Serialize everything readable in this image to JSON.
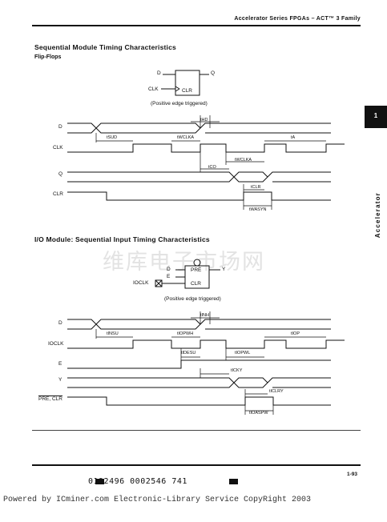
{
  "header": {
    "title": "Accelerator Series FPGAs – ACT™ 3 Family"
  },
  "side_tab": {
    "number": "1",
    "label": "Accelerator"
  },
  "section1": {
    "title": "Sequential Module Timing Characteristics",
    "subtitle": "Flip-Flops",
    "block_pins": {
      "d": "D",
      "q": "Q",
      "clk": "CLK",
      "clr": "CLR"
    },
    "caption": "(Positive edge triggered)",
    "signals": [
      "D",
      "CLK",
      "Q",
      "CLR"
    ],
    "timing": {
      "t_hd": "tHD",
      "t_sud": "tSUD",
      "t_wclka": "tWCLKA",
      "t_a": "tA",
      "t_wclka2": "tWCLKA",
      "t_co": "tCO",
      "t_clr": "tCLR",
      "t_wasyn": "tWASYN"
    }
  },
  "section2": {
    "title": "I/O Module: Sequential Input Timing Characteristics",
    "block_pins": {
      "d": "D",
      "e": "E",
      "pre": "PRE",
      "y": "Y",
      "clr": "CLR",
      "ioclk": "IOCLK"
    },
    "caption": "(Positive edge triggered)",
    "signals": [
      "D",
      "IOCLK",
      "E",
      "Y",
      "PRE, CLR"
    ],
    "timing": {
      "t_inh": "tINH",
      "t_insu": "tINSU",
      "t_iopwh": "tIOPWH",
      "t_iop": "tIOP",
      "t_idesu": "tIDESU",
      "t_iopwl": "tIOPWL",
      "t_icky": "tICKY",
      "t_iclry": "tICLRY",
      "t_ioaspw": "tIOASPW"
    }
  },
  "watermark": "维库电子市场网",
  "page_number": "1-93",
  "barcode_text": "0192496 0002546 741",
  "footer": "Powered by ICminer.com Electronic-Library Service CopyRight 2003"
}
